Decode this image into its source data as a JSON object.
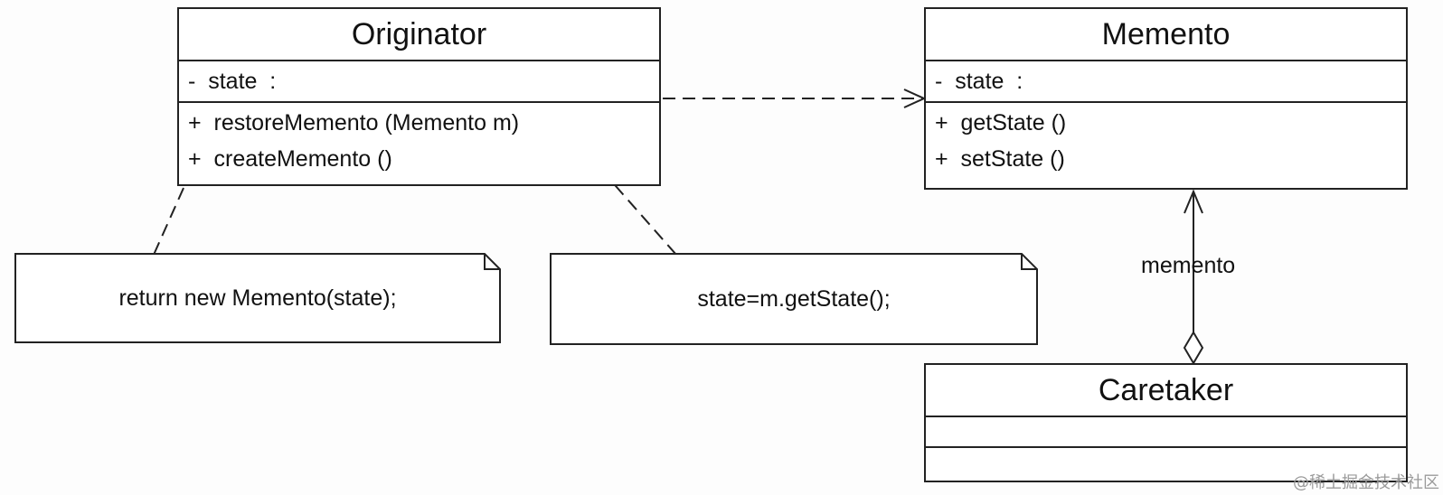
{
  "classes": {
    "originator": {
      "name": "Originator",
      "attributes": [
        "-  state  :"
      ],
      "operations": [
        "+  restoreMemento (Memento m)",
        "+  createMemento ()"
      ]
    },
    "memento": {
      "name": "Memento",
      "attributes": [
        "-  state  :"
      ],
      "operations": [
        "+  getState ()",
        "+  setState ()"
      ]
    },
    "caretaker": {
      "name": "Caretaker",
      "attributes": [],
      "operations": []
    }
  },
  "notes": {
    "create_note": "return new Memento(state);",
    "restore_note": "state=m.getState();"
  },
  "associations": {
    "caretaker_memento_label": "memento"
  },
  "watermark": "@稀土掘金技术社区"
}
